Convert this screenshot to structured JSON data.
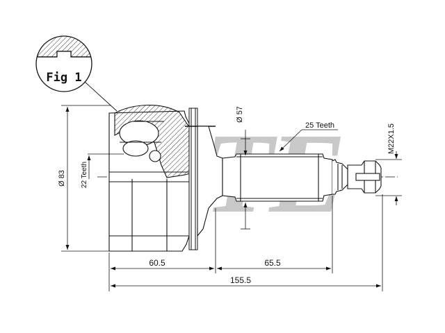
{
  "figure": {
    "label": "Fig 1"
  },
  "watermark": {
    "text": "BTE",
    "color": "#9a9a9a"
  },
  "dimensions": {
    "outer_diameter": "Ø 83",
    "inner_spline": "22 Teeth",
    "shaft_diameter": "Ø 57",
    "outer_spline": "25 Teeth",
    "thread": "M22X1.5",
    "length_a": "60.5",
    "length_b": "65.5",
    "total_length": "155.5"
  },
  "colors": {
    "line": "#111111",
    "hatch": "#333333",
    "background": "#ffffff"
  }
}
